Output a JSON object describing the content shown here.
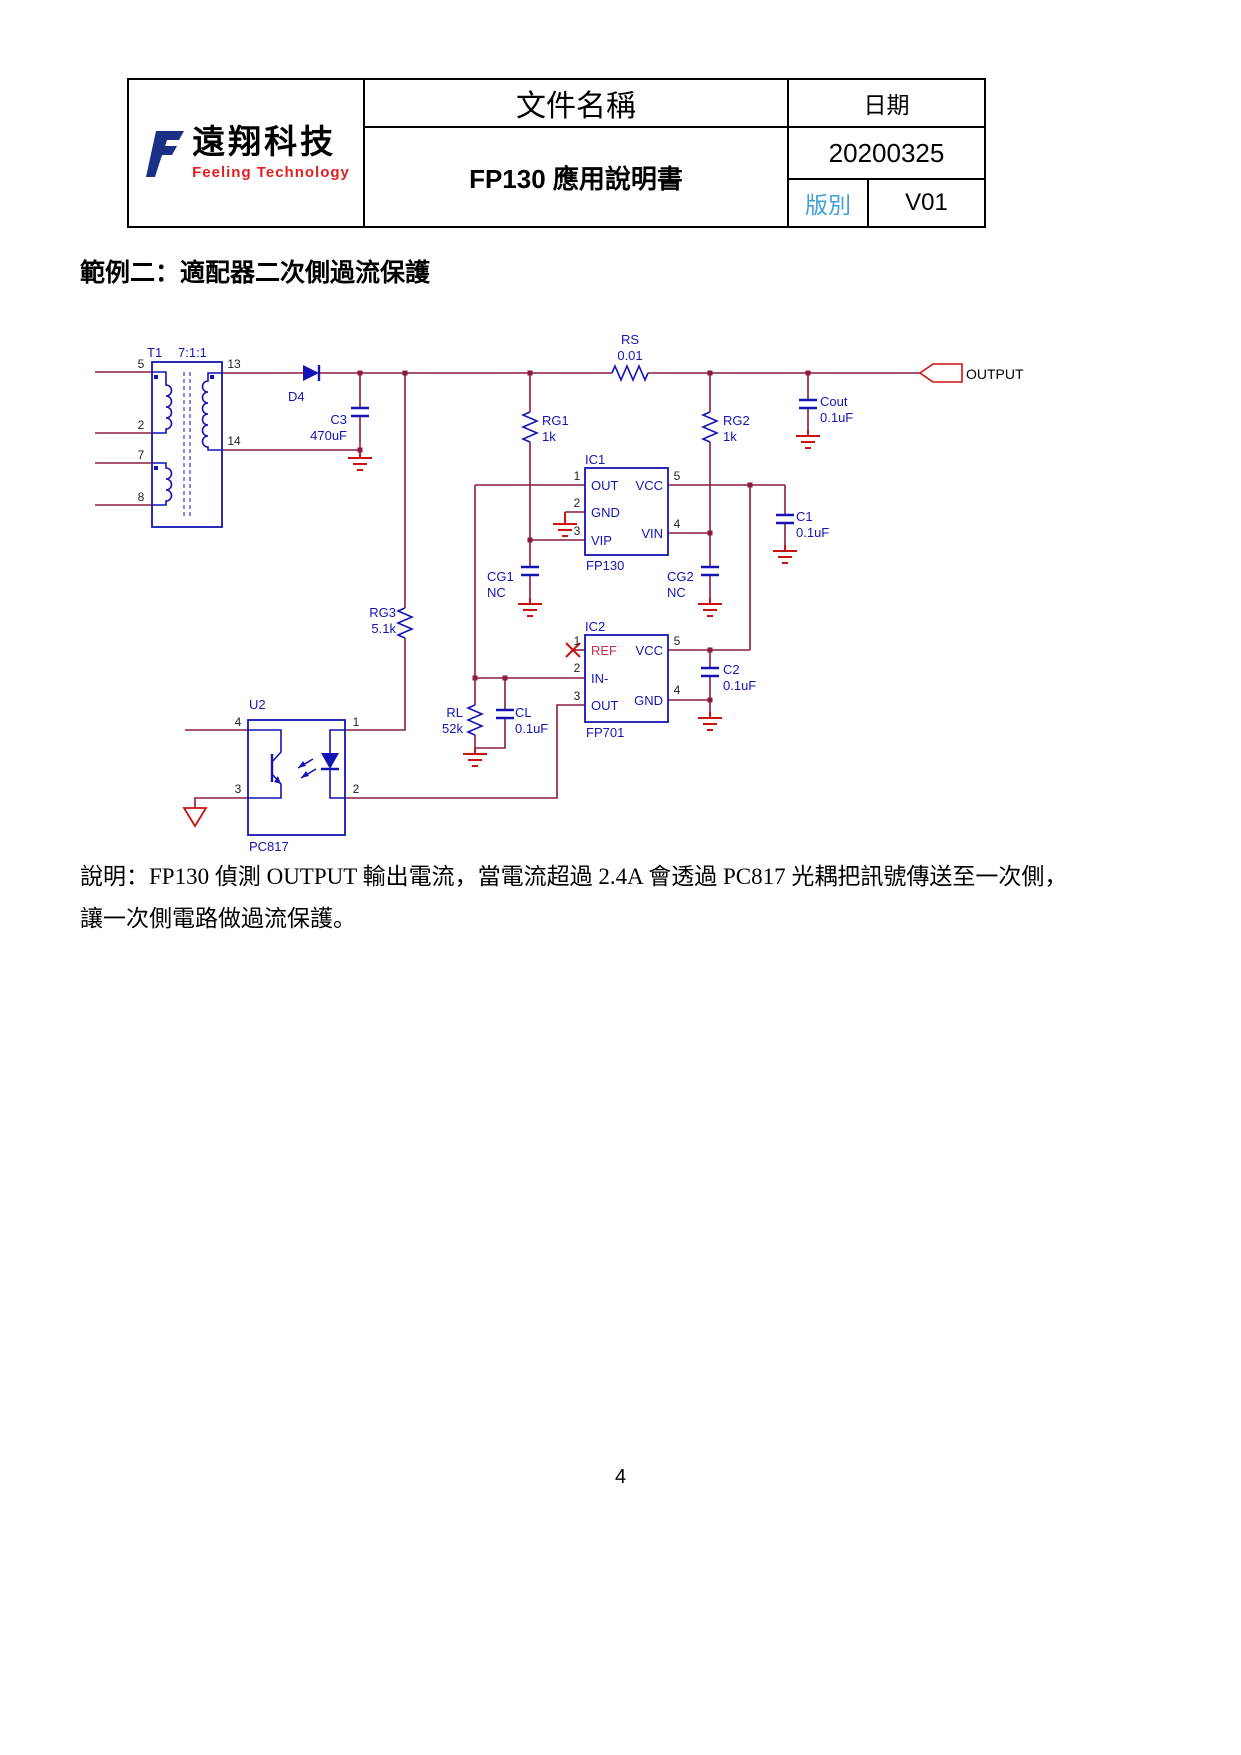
{
  "header": {
    "logo": {
      "name": "遠翔科技",
      "tagline": "Feeling Technology"
    },
    "doc_name_label": "文件名稱",
    "doc_title": "FP130 應用說明書",
    "date_label": "日期",
    "date_value": "20200325",
    "version_label": "版別",
    "version_value": "V01"
  },
  "section_title": "範例二：適配器二次側過流保護",
  "description": {
    "line1": "說明：FP130 偵測 OUTPUT 輸出電流，當電流超過 2.4A 會透過 PC817 光耦把訊號傳送至一次側，",
    "line2": "讓一次側電路做過流保護。"
  },
  "page_number": "4",
  "colors": {
    "wire_maroon": "#8a1a42",
    "component_blue": "#1414b4",
    "ground_red": "#cc1111",
    "version_label_blue": "#3fa0d8",
    "logo_red": "#e02020",
    "logo_blue": "#1a2f86"
  },
  "schematic": {
    "t1": {
      "ref": "T1",
      "ratio": "7:1:1",
      "pin5": "5",
      "pin2": "2",
      "pin7": "7",
      "pin8": "8",
      "pin13": "13",
      "pin14": "14"
    },
    "d4": {
      "ref": "D4"
    },
    "c3": {
      "ref": "C3",
      "value": "470uF"
    },
    "rs": {
      "ref": "RS",
      "value": "0.01"
    },
    "output_label": "OUTPUT",
    "cout": {
      "ref": "Cout",
      "value": "0.1uF"
    },
    "rg1": {
      "ref": "RG1",
      "value": "1k"
    },
    "rg2": {
      "ref": "RG2",
      "value": "1k"
    },
    "rg3": {
      "ref": "RG3",
      "value": "5.1k"
    },
    "ic1": {
      "ref": "IC1",
      "part": "FP130",
      "pins": {
        "out": "OUT",
        "vcc": "VCC",
        "gnd": "GND",
        "vip": "VIP",
        "vin": "VIN"
      },
      "nums": {
        "n1": "1",
        "n2": "2",
        "n3": "3",
        "n4": "4",
        "n5": "5"
      }
    },
    "c1": {
      "ref": "C1",
      "value": "0.1uF"
    },
    "cg1": {
      "ref": "CG1",
      "value": "NC"
    },
    "cg2": {
      "ref": "CG2",
      "value": "NC"
    },
    "ic2": {
      "ref": "IC2",
      "part": "FP701",
      "pins": {
        "ref": "REF",
        "vcc": "VCC",
        "inm": "IN-",
        "out": "OUT",
        "gnd": "GND"
      },
      "nums": {
        "n1": "1",
        "n2": "2",
        "n3": "3",
        "n4": "4",
        "n5": "5"
      }
    },
    "c2": {
      "ref": "C2",
      "value": "0.1uF"
    },
    "rl": {
      "ref": "RL",
      "value": "52k"
    },
    "cl": {
      "ref": "CL",
      "value": "0.1uF"
    },
    "u2": {
      "ref": "U2",
      "part": "PC817",
      "pin1": "1",
      "pin2": "2",
      "pin3": "3",
      "pin4": "4"
    }
  }
}
